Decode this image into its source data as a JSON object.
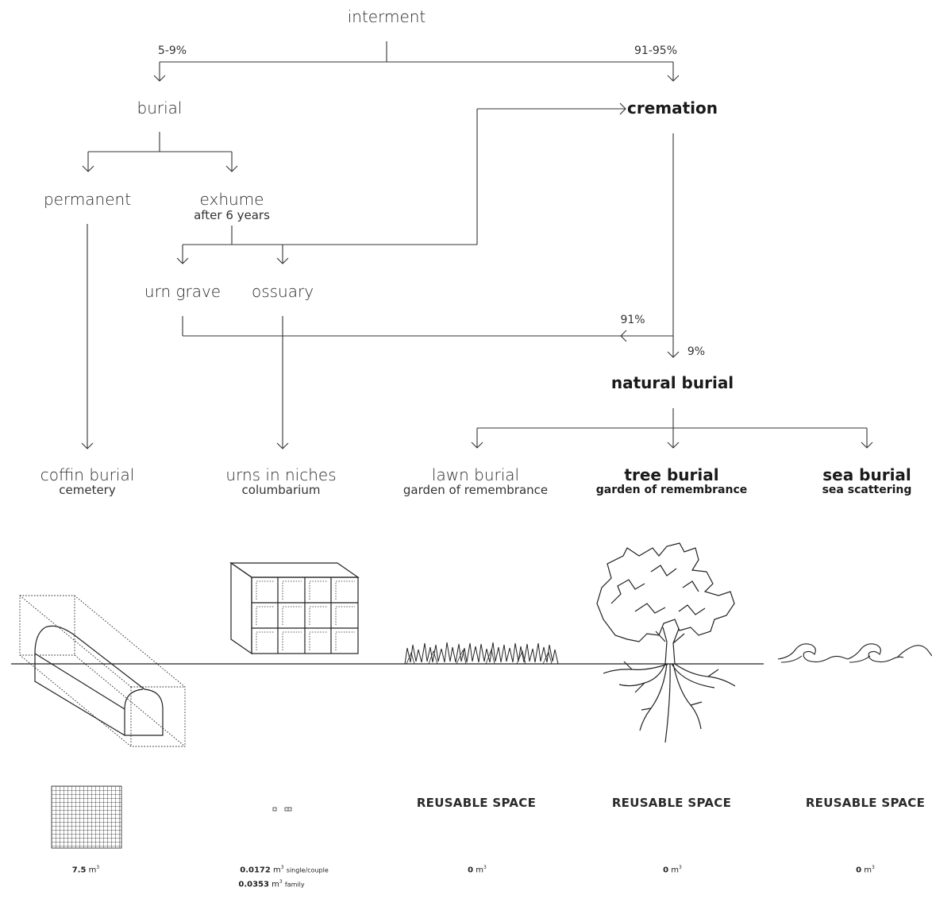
{
  "nodes": {
    "interment": "interment",
    "burial": "burial",
    "cremation": "cremation",
    "permanent": "permanent",
    "exhume": "exhume",
    "exhume_sub": "after 6 years",
    "urn_grave": "urn grave",
    "ossuary": "ossuary",
    "natural_burial": "natural burial"
  },
  "percentages": {
    "burial": "5-9%",
    "cremation": "91-95%",
    "urn_grave": "91%",
    "natural_burial": "9%"
  },
  "outcomes": [
    {
      "title": "coffin burial",
      "subtitle": "cemetery",
      "space": "",
      "volume": "7.5",
      "unit": "m",
      "note": ""
    },
    {
      "title": "urns in niches",
      "subtitle": "columbarium",
      "space": "",
      "volume": "0.0172",
      "unit": "m",
      "note": "single/couple",
      "volume2": "0.0353",
      "note2": "family"
    },
    {
      "title": "lawn burial",
      "subtitle": "garden of remembrance",
      "space": "REUSABLE SPACE",
      "volume": "0",
      "unit": "m",
      "note": ""
    },
    {
      "title": "tree burial",
      "subtitle": "garden of remembrance",
      "space": "REUSABLE SPACE",
      "volume": "0",
      "unit": "m",
      "note": ""
    },
    {
      "title": "sea burial",
      "subtitle": "sea scattering",
      "space": "REUSABLE SPACE",
      "volume": "0",
      "unit": "m",
      "note": ""
    }
  ],
  "unit_exponent": "3"
}
